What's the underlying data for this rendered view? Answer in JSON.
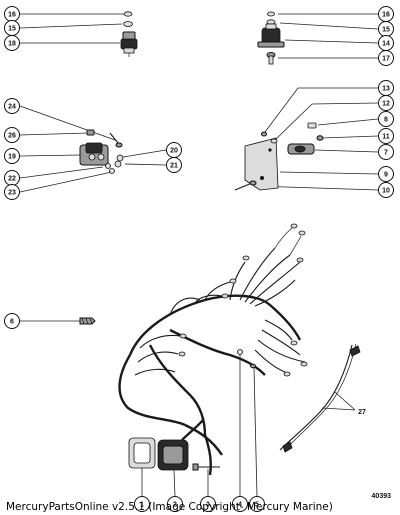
{
  "callouts": [
    {
      "id": "top-left-16",
      "text": "16"
    },
    {
      "id": "top-left-15",
      "text": "15"
    },
    {
      "id": "top-left-18",
      "text": "18"
    },
    {
      "id": "top-right-16",
      "text": "16"
    },
    {
      "id": "top-right-15",
      "text": "15"
    },
    {
      "id": "top-right-14",
      "text": "14"
    },
    {
      "id": "top-right-17",
      "text": "17"
    },
    {
      "id": "mid-left-24",
      "text": "24"
    },
    {
      "id": "mid-left-26",
      "text": "26"
    },
    {
      "id": "mid-left-19",
      "text": "19"
    },
    {
      "id": "mid-left-22",
      "text": "22"
    },
    {
      "id": "mid-left-23",
      "text": "23"
    },
    {
      "id": "mid-left-20",
      "text": "20"
    },
    {
      "id": "mid-left-21",
      "text": "21"
    },
    {
      "id": "mid-right-13",
      "text": "13"
    },
    {
      "id": "mid-right-12",
      "text": "12"
    },
    {
      "id": "mid-right-8",
      "text": "8"
    },
    {
      "id": "mid-right-11",
      "text": "11"
    },
    {
      "id": "mid-right-7",
      "text": "7"
    },
    {
      "id": "mid-right-9",
      "text": "9"
    },
    {
      "id": "mid-right-10",
      "text": "10"
    },
    {
      "id": "harness-6",
      "text": "6"
    },
    {
      "id": "harness-27",
      "text": "27"
    },
    {
      "id": "bottom-1",
      "text": "1"
    },
    {
      "id": "bottom-2",
      "text": "2"
    },
    {
      "id": "bottom-3",
      "text": "3"
    },
    {
      "id": "bottom-4",
      "text": "4"
    },
    {
      "id": "bottom-5",
      "text": "5"
    }
  ],
  "figure_number": "40393",
  "footer": {
    "credit": "MercuryPartsOnline v2.5.1 (Image Copyright- Mercury Marine)"
  }
}
